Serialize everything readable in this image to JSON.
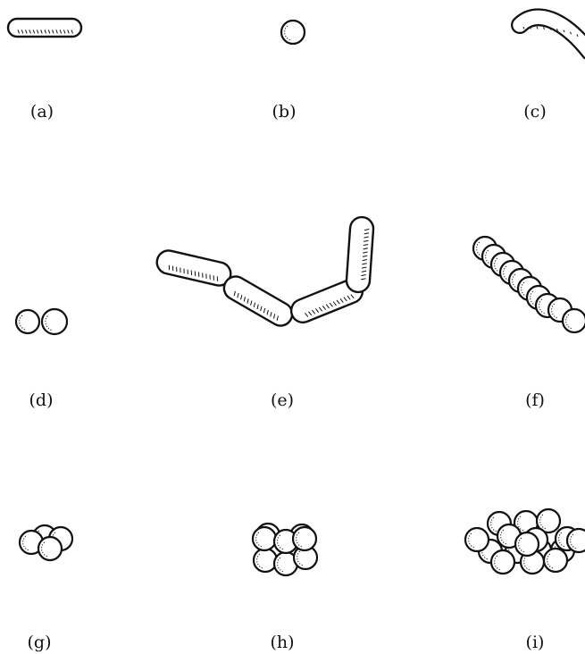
{
  "panels": [
    {
      "id": "a",
      "label": "(a)"
    },
    {
      "id": "b",
      "label": "(b)"
    },
    {
      "id": "c",
      "label": "(c)"
    },
    {
      "id": "d",
      "label": "(d)"
    },
    {
      "id": "e",
      "label": "(e)"
    },
    {
      "id": "f",
      "label": "(f)"
    },
    {
      "id": "g",
      "label": "(g)"
    },
    {
      "id": "h",
      "label": "(h)"
    },
    {
      "id": "i",
      "label": "(i)"
    }
  ],
  "colors": {
    "ink": "#111111",
    "fill": "#ffffff"
  }
}
